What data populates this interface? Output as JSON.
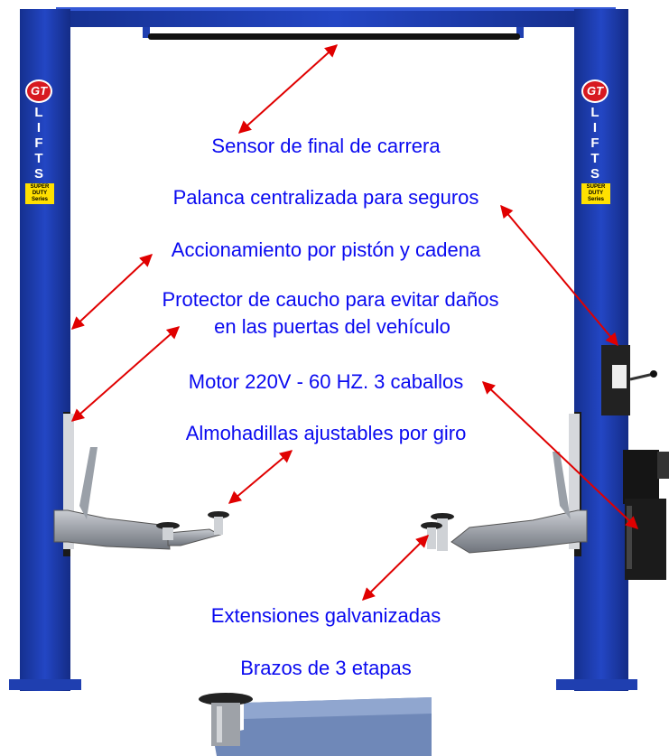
{
  "brand": {
    "logo_text": "GT",
    "name_letters": [
      "L",
      "I",
      "F",
      "T",
      "S"
    ],
    "tag_line1": "SUPER DUTY",
    "tag_line2": "Series"
  },
  "labels": {
    "sensor": "Sensor de final de carrera",
    "palanca": "Palanca centralizada para seguros",
    "accionamiento": "Accionamiento por pistón y cadena",
    "protector_line1": "Protector de caucho para evitar daños",
    "protector_line2": "en las puertas del vehículo",
    "motor": "Motor 220V - 60 HZ. 3 caballos",
    "almohadillas": "Almohadillas ajustables por giro",
    "extensiones": "Extensiones galvanizadas",
    "brazos": "Brazos de 3 etapas"
  },
  "colors": {
    "column_blue": "#1f3fb0",
    "label_blue": "#0a0af0",
    "arrow_red": "#e00000",
    "arm_gray": "#8a8f98"
  }
}
